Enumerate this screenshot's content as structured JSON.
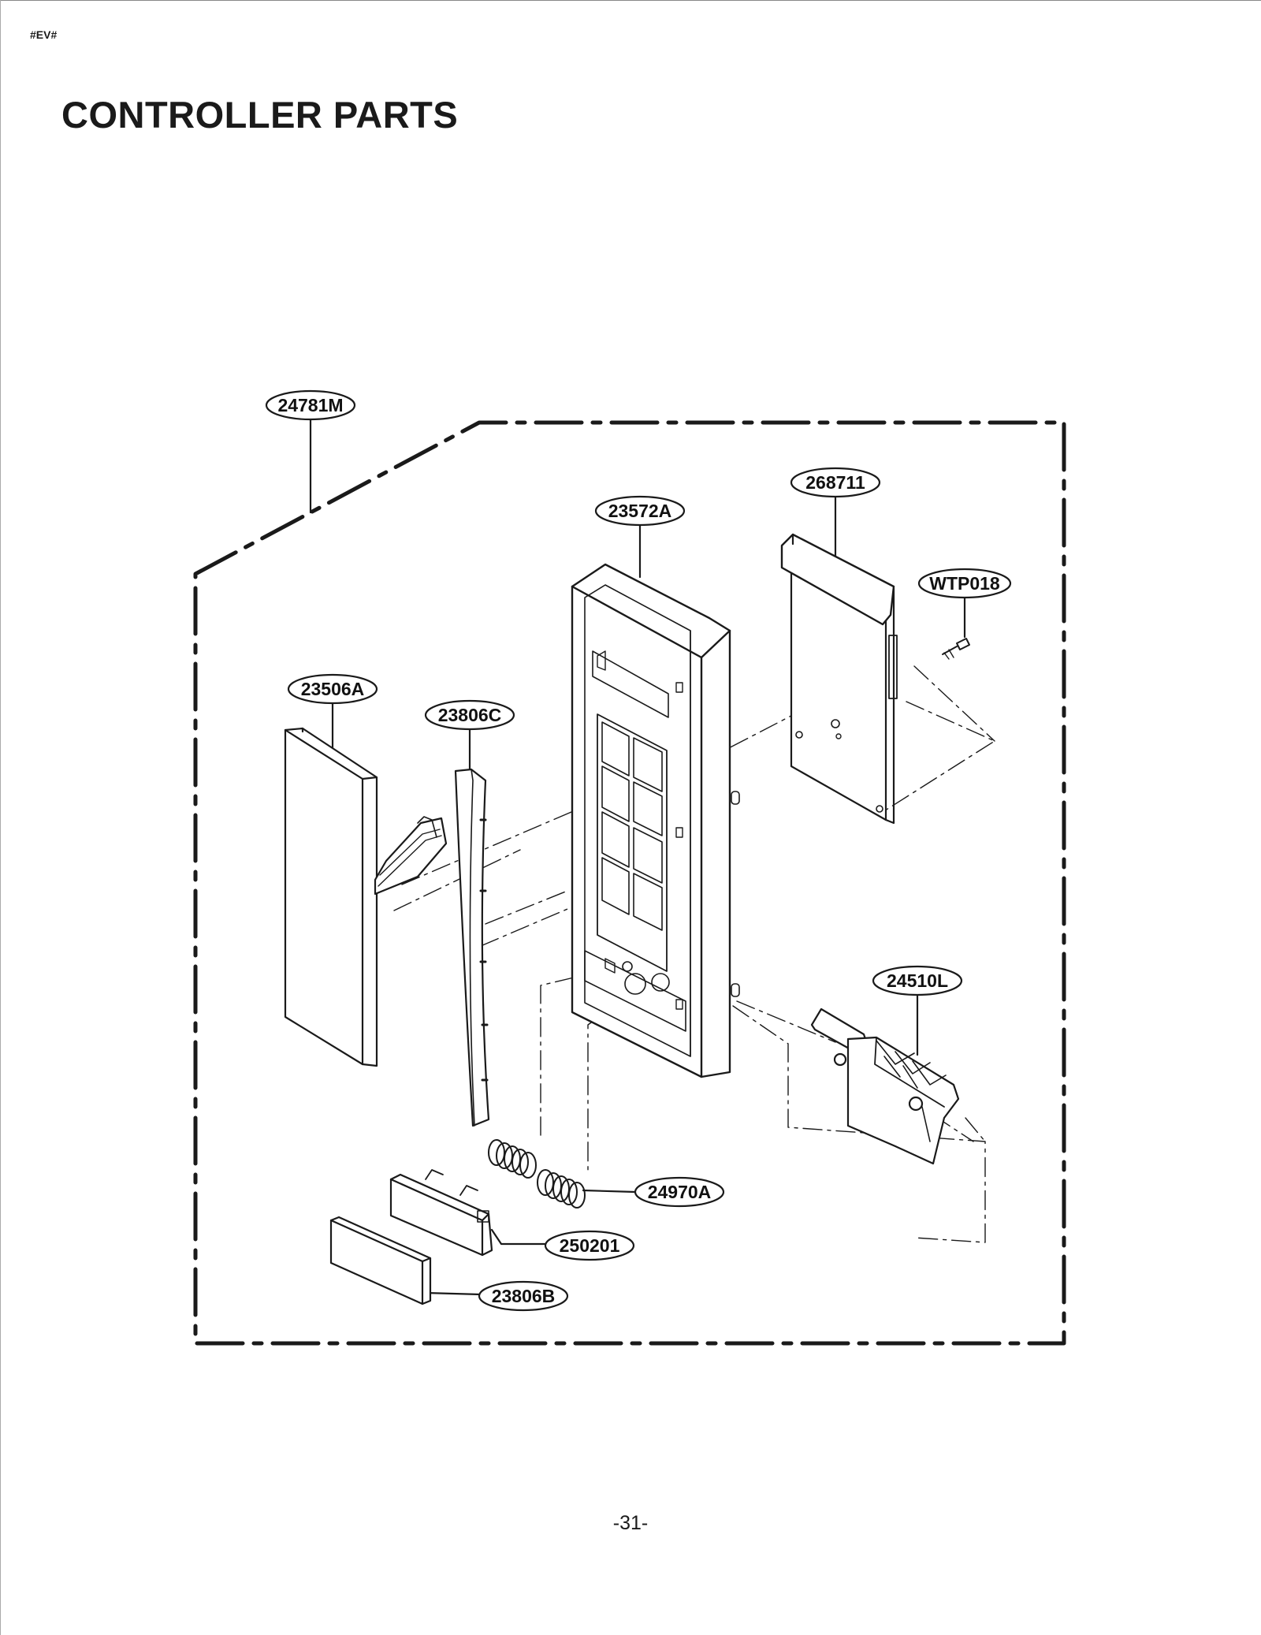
{
  "header": {
    "code": "#EV#"
  },
  "page": {
    "title": "CONTROLLER PARTS",
    "number": "-31-"
  },
  "diagram": {
    "callouts": [
      {
        "id": "assy",
        "label": "24781M"
      },
      {
        "id": "pcb",
        "label": "268711"
      },
      {
        "id": "frame",
        "label": "23572A"
      },
      {
        "id": "screw",
        "label": "WTP018"
      },
      {
        "id": "membrane",
        "label": "23506A"
      },
      {
        "id": "deco-strip",
        "label": "23806C"
      },
      {
        "id": "lever",
        "label": "24510L"
      },
      {
        "id": "spring",
        "label": "24970A"
      },
      {
        "id": "button",
        "label": "250201"
      },
      {
        "id": "button-deco",
        "label": "23806B"
      }
    ]
  }
}
